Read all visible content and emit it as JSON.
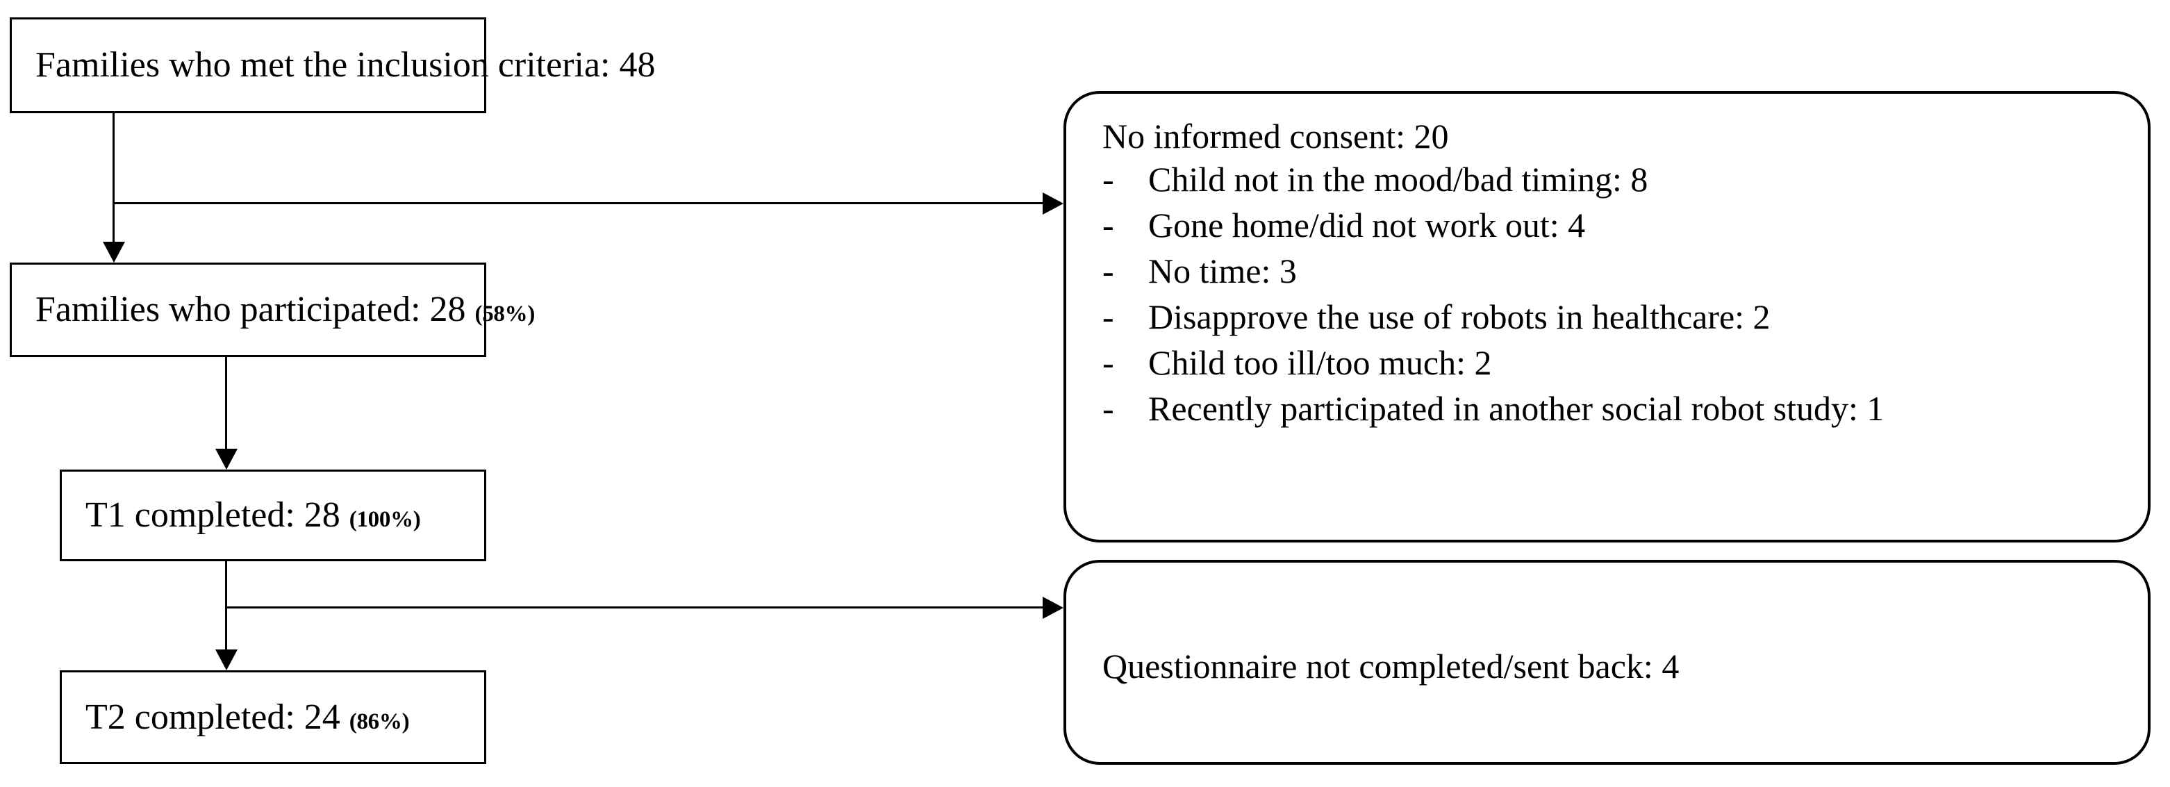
{
  "diagram": {
    "type": "participant-flow-chart",
    "flow_boxes": [
      {
        "id": "inclusion",
        "label": "Families who met the inclusion criteria: 48",
        "count": 48,
        "percent": ""
      },
      {
        "id": "participated",
        "label": "Families who participated: 28",
        "count": 28,
        "percent": "(58%)"
      },
      {
        "id": "t1",
        "label": "T1 completed: 28",
        "count": 28,
        "percent": "(100%)"
      },
      {
        "id": "t2",
        "label": "T2 completed: 24",
        "count": 24,
        "percent": "(86%)"
      }
    ],
    "exclusion_boxes": [
      {
        "id": "no-consent",
        "title": "No informed consent: 20",
        "total": 20,
        "bullet_marker": "-",
        "reasons": [
          "Child not in the mood/bad timing: 8",
          "Gone home/did not work out: 4",
          "No time: 3",
          "Disapprove the use of robots in healthcare: 2",
          "Child too ill/too much: 2",
          "Recently participated in another social robot study: 1"
        ]
      },
      {
        "id": "questionnaire-not-returned",
        "title": "Questionnaire not completed/sent back: 4",
        "total": 4,
        "reasons": []
      }
    ],
    "colors": {
      "stroke": "#000000",
      "fill": "#ffffff",
      "text": "#000000"
    }
  }
}
